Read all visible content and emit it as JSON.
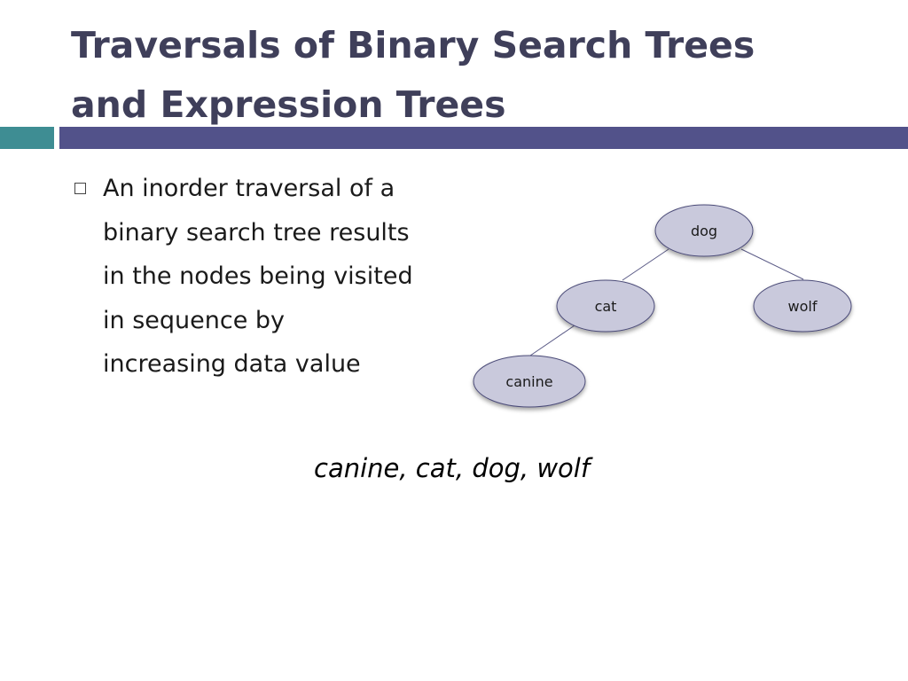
{
  "slide": {
    "title_lines": [
      "Traversals of Binary Search Trees",
      "and Expression Trees"
    ],
    "bullet": {
      "lines": [
        "An inorder traversal of a",
        "binary search tree results",
        "in the nodes being visited",
        "in sequence by",
        "increasing data value"
      ]
    },
    "tree": {
      "nodes": [
        {
          "id": "dog",
          "label": "dog"
        },
        {
          "id": "cat",
          "label": "cat"
        },
        {
          "id": "wolf",
          "label": "wolf"
        },
        {
          "id": "canine",
          "label": "canine"
        }
      ],
      "edges": [
        {
          "from": "dog",
          "to": "cat"
        },
        {
          "from": "dog",
          "to": "wolf"
        },
        {
          "from": "cat",
          "to": "canine"
        }
      ]
    },
    "result_text": "canine, cat, dog, wolf",
    "colors": {
      "title": "#3f3f5a",
      "band_main": "#52528a",
      "band_accent": "#3e8d93",
      "node_fill": "#c9c9dc",
      "node_stroke": "#4b4b78",
      "edge": "#5a5a86"
    }
  }
}
